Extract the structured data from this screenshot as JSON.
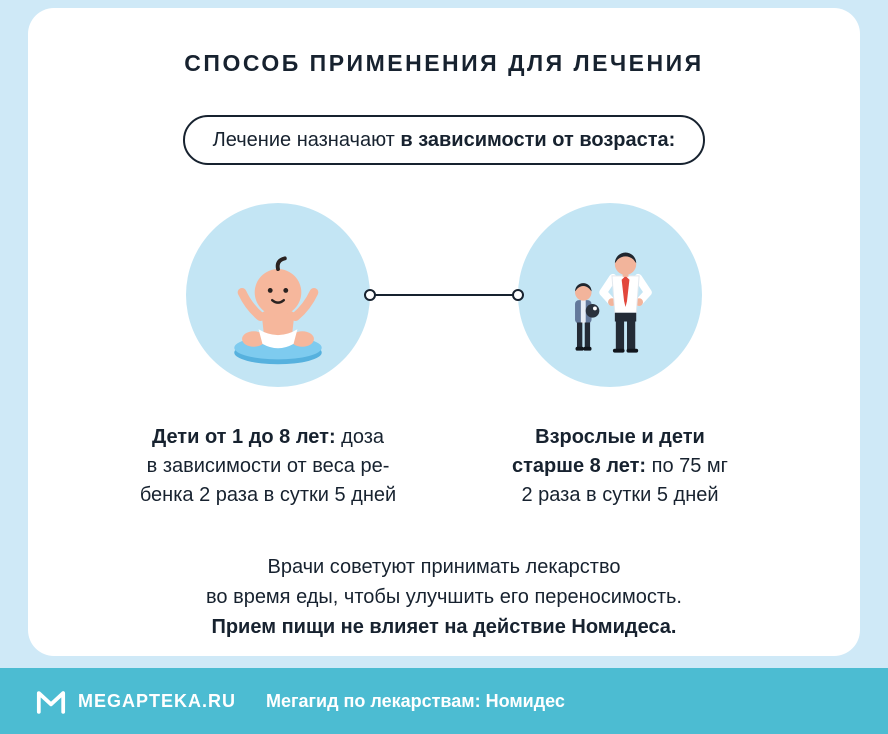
{
  "title": "СПОСОБ ПРИМЕНЕНИЯ ДЛЯ ЛЕЧЕНИЯ",
  "subtitle": {
    "regular": "Лечение назначают ",
    "bold": "в зависимости от возраста:"
  },
  "left_column": {
    "icon": "baby-icon",
    "line1_bold": "Дети от 1 до 8 лет:",
    "line1_regular": " доза",
    "line2": "в зависимости от веса ре-",
    "line3": "бенка 2 раза в сутки 5 дней"
  },
  "right_column": {
    "icon": "man-and-child-icon",
    "line1_bold": "Взрослые и дети",
    "line2_bold": "старше 8 лет:",
    "line2_regular": " по 75 мг",
    "line3": "2 раза в сутки 5 дней"
  },
  "note": {
    "line1": "Врачи советуют принимать лекарство",
    "line2": "во время еды, чтобы улучшить его переносимость.",
    "line3_bold": "Прием пищи не влияет на действие Номидеса."
  },
  "footer": {
    "logo_icon": "megapteka-logo-icon",
    "brand": "MEGAPTEKA.RU",
    "caption": "Мегагид по лекарствам: Номидес"
  },
  "colors": {
    "background": "#cfe9f7",
    "card": "#ffffff",
    "circle": "#c3e5f4",
    "footer": "#4cbcd2",
    "text": "#17222f"
  }
}
